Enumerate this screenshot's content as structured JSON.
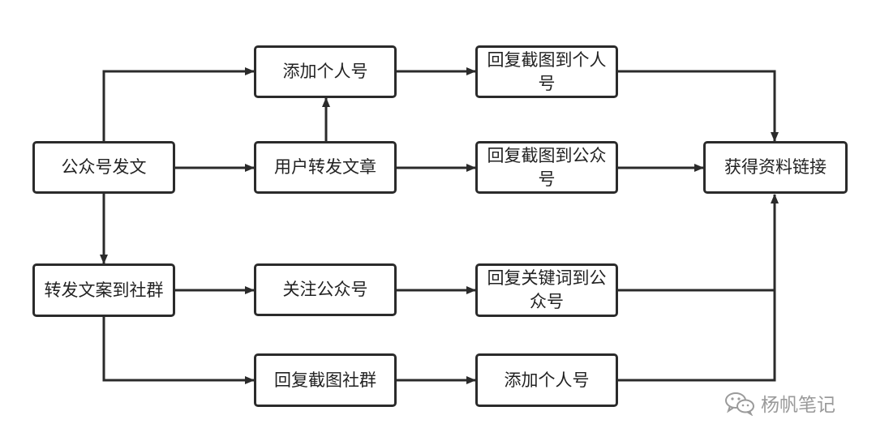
{
  "nodes": {
    "publish": "公众号发文",
    "add_personal_top": "添加个人号",
    "user_forward": "用户转发文章",
    "reply_screenshot_personal": "回复截图到个人号",
    "reply_screenshot_public": "回复截图到公众号",
    "get_link": "获得资料链接",
    "forward_group": "转发文案到社群",
    "follow_public": "关注公众号",
    "reply_keyword": "回复关键词到公众号",
    "reply_screenshot_group": "回复截图社群",
    "add_personal_bottom": "添加个人号"
  },
  "edges": [
    {
      "from": "publish",
      "to": "add_personal_top"
    },
    {
      "from": "publish",
      "to": "user_forward"
    },
    {
      "from": "publish",
      "to": "forward_group"
    },
    {
      "from": "user_forward",
      "to": "add_personal_top"
    },
    {
      "from": "add_personal_top",
      "to": "reply_screenshot_personal"
    },
    {
      "from": "user_forward",
      "to": "reply_screenshot_public"
    },
    {
      "from": "reply_screenshot_personal",
      "to": "get_link"
    },
    {
      "from": "reply_screenshot_public",
      "to": "get_link"
    },
    {
      "from": "forward_group",
      "to": "follow_public"
    },
    {
      "from": "forward_group",
      "to": "reply_screenshot_group"
    },
    {
      "from": "follow_public",
      "to": "reply_keyword"
    },
    {
      "from": "reply_screenshot_group",
      "to": "add_personal_bottom"
    },
    {
      "from": "reply_keyword",
      "to": "get_link"
    },
    {
      "from": "add_personal_bottom",
      "to": "get_link"
    }
  ],
  "watermark": {
    "text": "杨帆笔记",
    "icon": "wechat-icon"
  },
  "colors": {
    "stroke": "#2b2b2b",
    "text": "#222222",
    "watermark": "#9a9a9a"
  }
}
